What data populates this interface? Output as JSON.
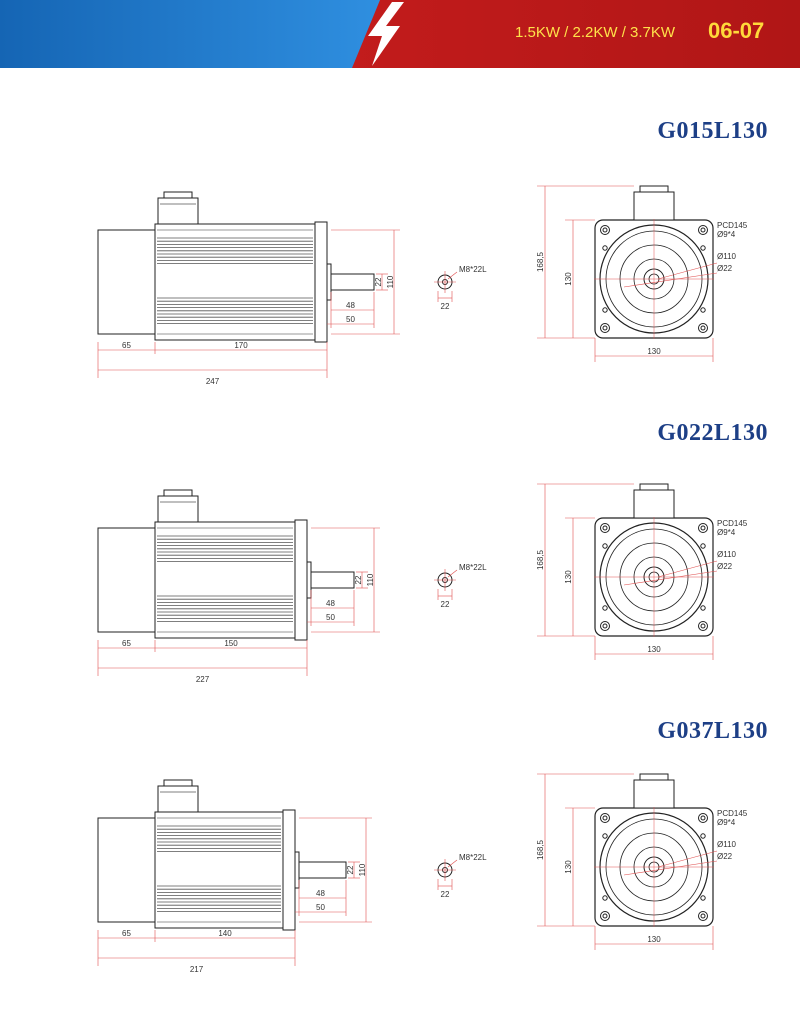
{
  "header": {
    "spec": "1.5KW / 2.2KW / 3.7KW",
    "page": "06-07"
  },
  "motors": [
    {
      "model": "G015L130",
      "tap_note": "M8*22L",
      "tap_dia": "22",
      "shaft_len": "48",
      "shaft_step": "50",
      "shaft_dia": "22",
      "flange_dia": "110",
      "rear_len": "65",
      "body_len": "170",
      "total_len": "247",
      "pcd": "PCD145",
      "holes": "Ø9*4",
      "pilot": "Ø110",
      "shaft_d": "Ø22",
      "height": "168,5",
      "side": "130",
      "width": "130"
    },
    {
      "model": "G022L130",
      "tap_note": "M8*22L",
      "tap_dia": "22",
      "shaft_len": "48",
      "shaft_step": "50",
      "shaft_dia": "22",
      "flange_dia": "110",
      "rear_len": "65",
      "body_len": "150",
      "total_len": "227",
      "pcd": "PCD145",
      "holes": "Ø9*4",
      "pilot": "Ø110",
      "shaft_d": "Ø22",
      "height": "168,5",
      "side": "130",
      "width": "130"
    },
    {
      "model": "G037L130",
      "tap_note": "M8*22L",
      "tap_dia": "22",
      "shaft_len": "48",
      "shaft_step": "50",
      "shaft_dia": "22",
      "flange_dia": "110",
      "rear_len": "65",
      "body_len": "140",
      "total_len": "217",
      "pcd": "PCD145",
      "holes": "Ø9*4",
      "pilot": "Ø110",
      "shaft_d": "Ø22",
      "height": "168,5",
      "side": "130",
      "width": "130"
    }
  ],
  "colors": {
    "header_blue": "#1f78c8",
    "header_red": "#c81e1e",
    "title": "#1d3f86",
    "dim_line": "#e05050",
    "outline": "#222222"
  }
}
